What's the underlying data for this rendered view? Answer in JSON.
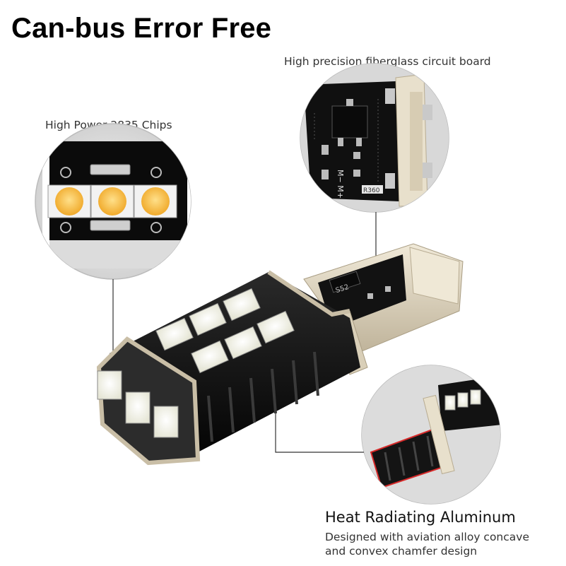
{
  "headline": "Can-bus Error Free",
  "callouts": {
    "chips": "High Power 2835 Chips",
    "board": "High precision fiberglass circuit board",
    "heatsink_title": "Heat Radiating Aluminum",
    "heatsink_line1": "Designed with aviation alloy concave",
    "heatsink_line2": "and convex chamfer design"
  },
  "board_markings": {
    "pcb_text": "M− M+",
    "resistor_code": "R360",
    "ic_code": "S52"
  },
  "colors": {
    "led_warm": "#f5b93a",
    "led_white": "#fdfdf0",
    "pcb_black": "#111111",
    "base_plastic": "#e6dcc8"
  }
}
